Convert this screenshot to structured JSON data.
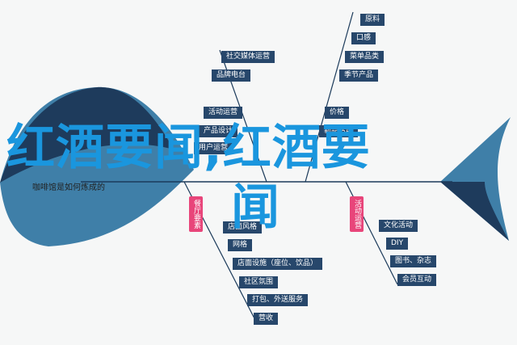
{
  "headline": "红酒要闻,红酒要",
  "headline_tail": "闻",
  "subtitle": "咖啡馆是如何炼成的",
  "upper_left_labels": [
    "社交媒体运营",
    "品牌电台",
    "活动运营",
    "产品设计",
    "用户运营"
  ],
  "upper_right_labels": [
    "原料",
    "口感",
    "菜单品类",
    "季节产品",
    "价格",
    "新品活动"
  ],
  "lower_left_tag": "餐厅要素",
  "lower_left_labels": [
    "店面风格",
    "网格",
    "店面设施（座位、饮品）",
    "社区氛围",
    "打包、外送服务",
    "营收"
  ],
  "lower_right_tag": "活动运营",
  "lower_right_labels": [
    "文化活动",
    "DIY",
    "图书、杂志",
    "会员互动"
  ],
  "colors": {
    "background": "#f6f7f7",
    "fish_body": "#3f7fa8",
    "label_bg": "#27476b",
    "accent_pink": "#e8457a",
    "headline": "#1a96de",
    "bone": "#1b3a5a"
  }
}
